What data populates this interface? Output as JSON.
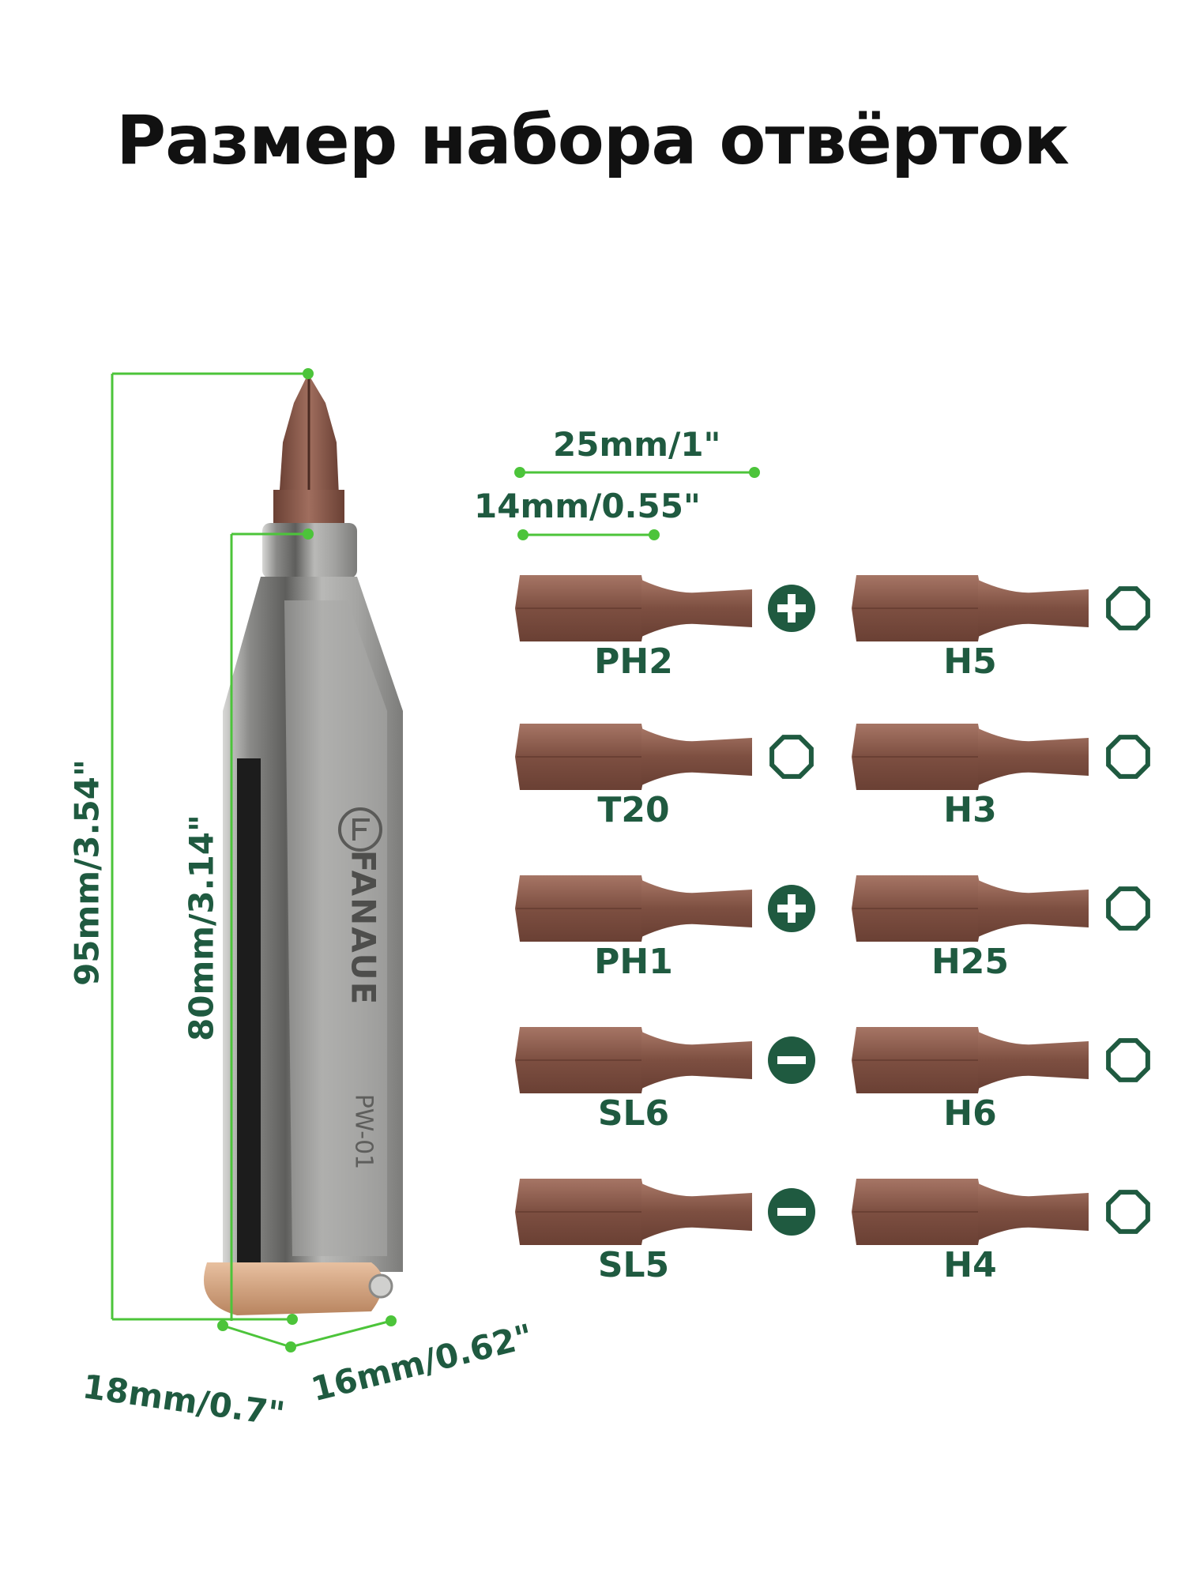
{
  "title": "Размер набора отвёрток",
  "brand": "FANAUE",
  "model": "PW-01",
  "dimensions": {
    "bit_length": "25mm/1\"",
    "bit_hex": "14mm/0.55\"",
    "total_length": "95mm/3.54\"",
    "body_length": "80mm/3.14\"",
    "width": "18mm/0.7\"",
    "depth": "16mm/0.62\""
  },
  "bits": [
    {
      "label": "PH2",
      "icon": "cross-icon"
    },
    {
      "label": "H5",
      "icon": "hex-icon"
    },
    {
      "label": "T20",
      "icon": "hex-icon"
    },
    {
      "label": "H3",
      "icon": "hex-icon"
    },
    {
      "label": "PH1",
      "icon": "cross-icon"
    },
    {
      "label": "H25",
      "icon": "hex-icon"
    },
    {
      "label": "SL6",
      "icon": "slot-icon"
    },
    {
      "label": "H6",
      "icon": "hex-icon"
    },
    {
      "label": "SL5",
      "icon": "slot-icon"
    },
    {
      "label": "H4",
      "icon": "hex-icon"
    }
  ],
  "colors": {
    "accent_green": "#1f5a40",
    "dimension_line": "#4cc43a",
    "bit_bronze": "#8a5a4c",
    "body_steel": "#9a9a98"
  }
}
